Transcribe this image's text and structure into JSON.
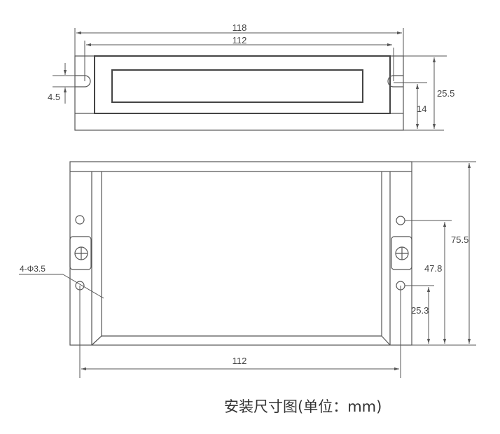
{
  "top_view": {
    "dims": {
      "overall_width": "118",
      "hole_spacing": "112",
      "slot_width": "4.5",
      "overall_height": "25.5",
      "slot_height": "14"
    }
  },
  "bottom_view": {
    "dims": {
      "hole_spacing": "112",
      "overall_length": "75.5",
      "upper_hole": "47.8",
      "lower_hole": "25.3",
      "hole_callout": "4-Φ3.5"
    }
  },
  "caption": "安装尺寸图(单位：mm)"
}
